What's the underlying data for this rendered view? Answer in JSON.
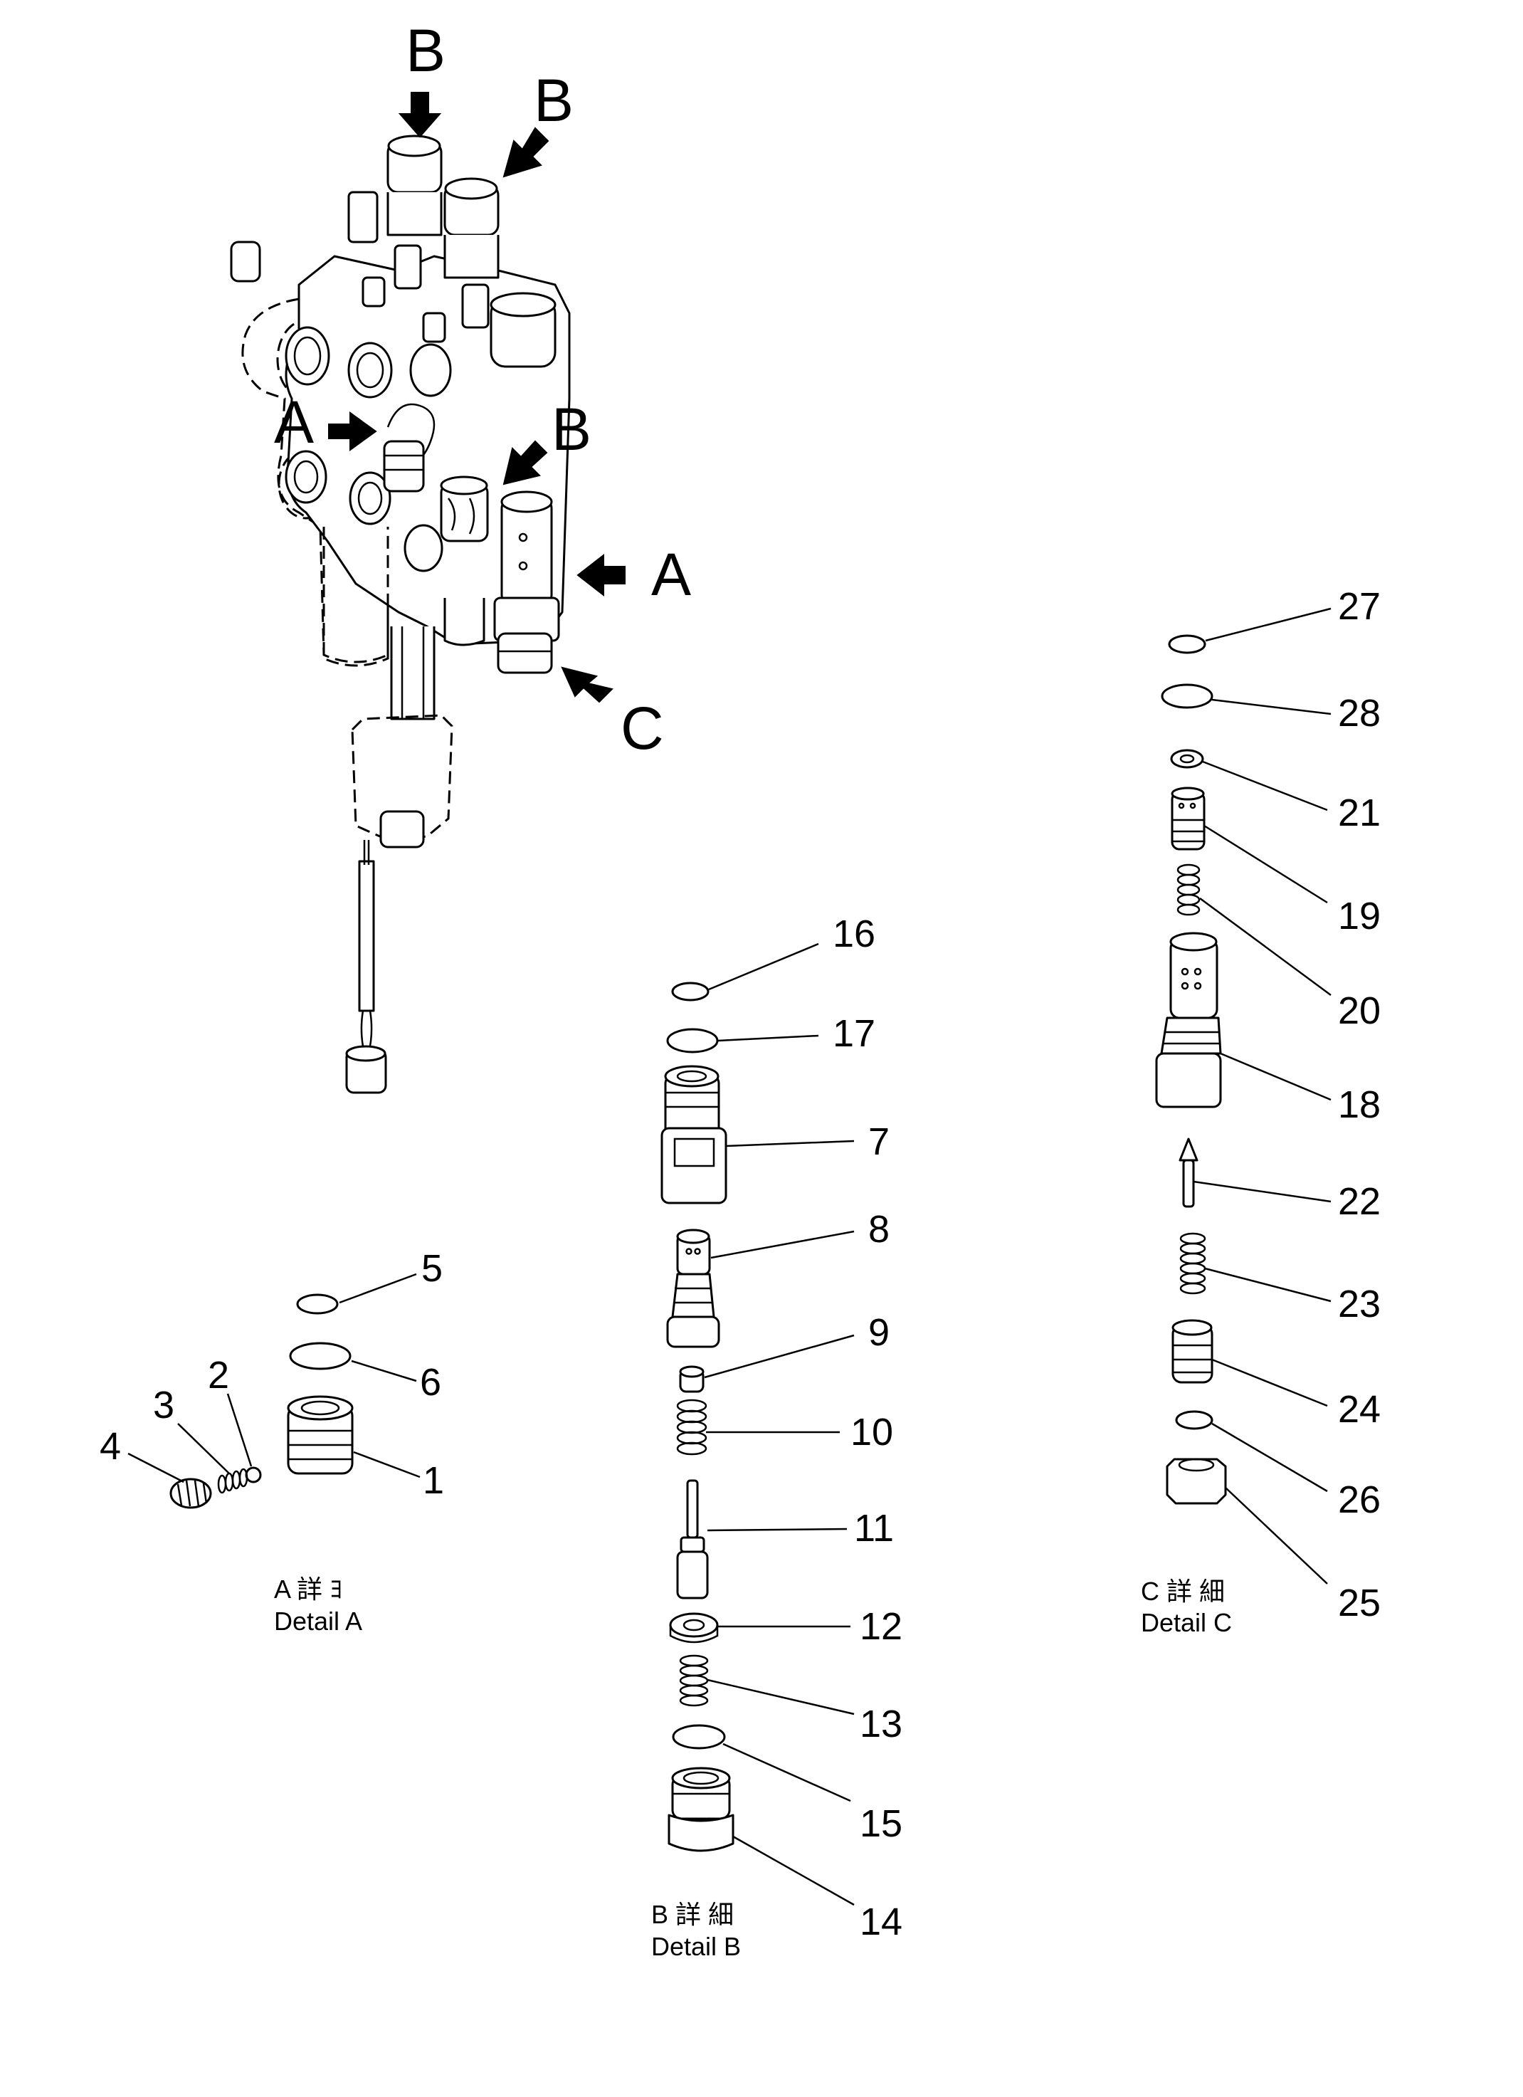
{
  "view_labels": {
    "b_top_left": "B",
    "b_top_right": "B",
    "a_left": "A",
    "b_mid": "B",
    "a_right": "A",
    "c_right": "C"
  },
  "details": {
    "a": {
      "caption_jp": "A 詳 ﾖ",
      "caption_en": "Detail A"
    },
    "b": {
      "caption_jp": "B 詳 細",
      "caption_en": "Detail B"
    },
    "c": {
      "caption_jp": "C 詳 細",
      "caption_en": "Detail C"
    }
  },
  "part_numbers": {
    "p1": "1",
    "p2": "2",
    "p3": "3",
    "p4": "4",
    "p5": "5",
    "p6": "6",
    "p7": "7",
    "p8": "8",
    "p9": "9",
    "p10": "10",
    "p11": "11",
    "p12": "12",
    "p13": "13",
    "p14": "14",
    "p15": "15",
    "p16": "16",
    "p17": "17",
    "p18": "18",
    "p19": "19",
    "p20": "20",
    "p21": "21",
    "p22": "22",
    "p23": "23",
    "p24": "24",
    "p25": "25",
    "p26": "26",
    "p27": "27",
    "p28": "28"
  }
}
